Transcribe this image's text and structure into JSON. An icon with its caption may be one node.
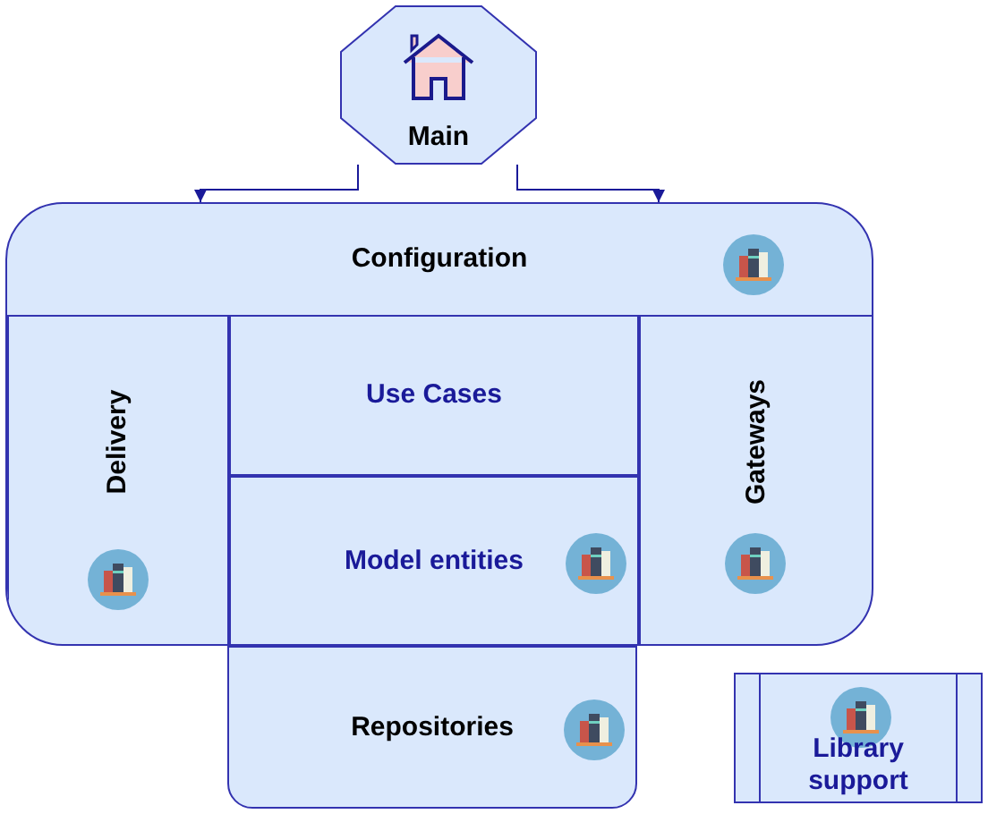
{
  "diagram": {
    "nodes": [
      {
        "text": [
          "Main"
        ]
      },
      {
        "text": [
          "Configuration"
        ]
      },
      {
        "text": [
          "Delivery"
        ],
        "in": 1
      },
      {
        "text": [
          "Use Cases"
        ],
        "in": 1
      },
      {
        "text": [
          "Model entities"
        ],
        "in": 1
      },
      {
        "text": [
          "Gateways"
        ],
        "in": 1
      },
      {
        "text": [
          "Repositories"
        ]
      },
      {
        "text": [
          "Library support"
        ]
      }
    ],
    "edges": [
      {
        "from": 0,
        "to": 1,
        "arrow": "to"
      },
      {
        "from": 0,
        "to": 1,
        "arrow": "to"
      }
    ]
  }
}
